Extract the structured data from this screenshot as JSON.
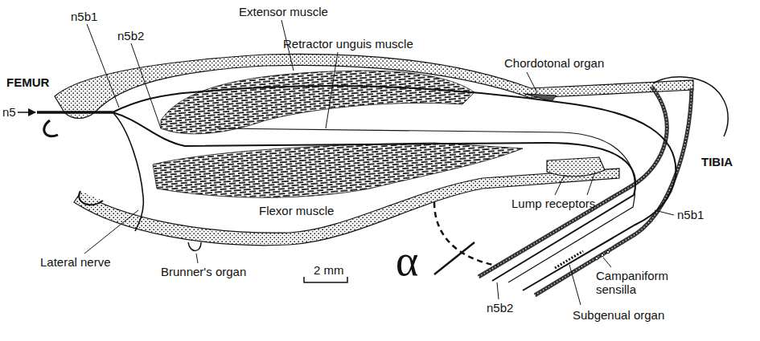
{
  "diagram": {
    "labels": [
      "n5b1",
      "n5b2",
      "Extensor muscle",
      "Retractor unguis muscle",
      "FEMUR",
      "Chordotonal organ",
      "TIBIA",
      "n5",
      "Lump receptors",
      "n5b1",
      "Flexor muscle",
      "Lateral nerve",
      "Brunner's organ",
      "2 mm",
      "Campaniform sensilla",
      "α",
      "n5b2",
      "Subgenual organ"
    ]
  }
}
